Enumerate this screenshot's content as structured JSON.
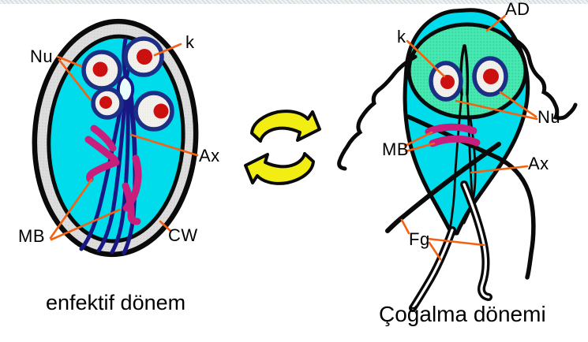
{
  "colors": {
    "cyan_body": "#00dcec",
    "disc_green": "#46e7b0",
    "median_body_magenta": "#c81f7c",
    "karyosome_red": "#cc1010",
    "nucleus_border_navy": "#1c2f85",
    "axoneme_navy": "#181884",
    "pointer_orange": "#f26211",
    "arrow_yellow": "#f2ee14",
    "outline_black": "#0a0a0a",
    "cyst_wall_gray": "#dcdcdc"
  },
  "left_figure": {
    "caption": "enfektif dönem",
    "labels": {
      "nu": "Nu",
      "k": "k",
      "ax": "Ax",
      "mb": "MB",
      "cw": "CW"
    }
  },
  "right_figure": {
    "caption": "Çoğalma dönemi",
    "labels": {
      "ad": "AD",
      "k": "k",
      "nu": "Nu",
      "mb": "MB",
      "ax": "Ax",
      "fg": "Fg"
    }
  }
}
